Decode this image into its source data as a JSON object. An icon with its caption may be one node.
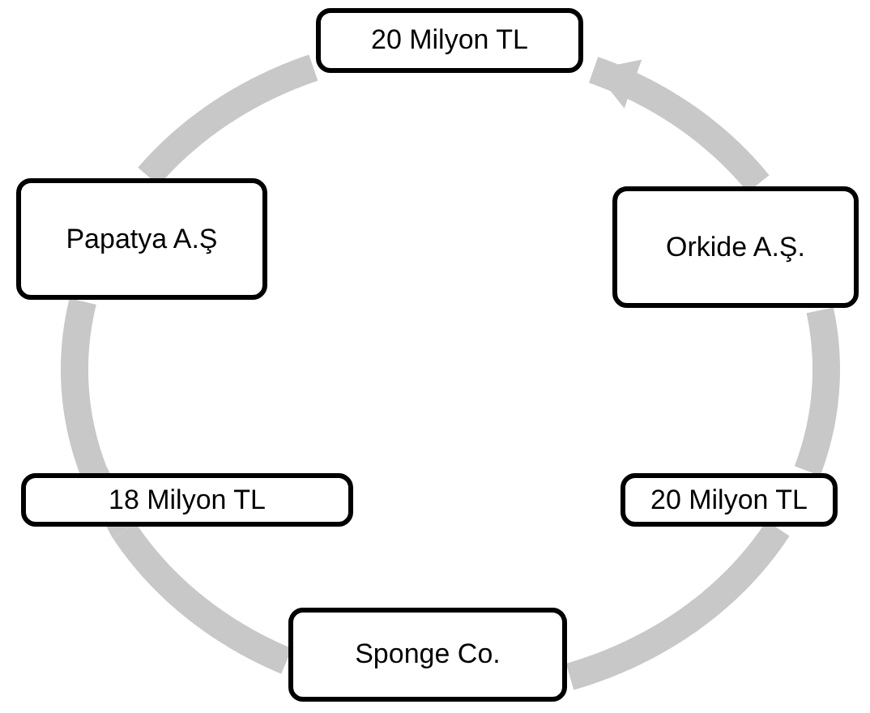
{
  "diagram": {
    "nodes": [
      {
        "text": [
          "20 Milyon TL"
        ]
      },
      {
        "text": [
          "Papatya A.Ş"
        ]
      },
      {
        "text": [
          "Orkide A.Ş."
        ]
      },
      {
        "text": [
          "18 Milyon TL"
        ]
      },
      {
        "text": [
          "20 Milyon TL"
        ]
      },
      {
        "text": [
          "Sponge Co."
        ]
      }
    ],
    "edges": [
      {
        "from": 5,
        "to": 4,
        "arrow": "none"
      },
      {
        "from": 4,
        "to": 2,
        "arrow": "none"
      },
      {
        "from": 2,
        "to": 0,
        "arrow": "to"
      },
      {
        "from": 0,
        "to": 1,
        "arrow": "none"
      },
      {
        "from": 1,
        "to": 3,
        "arrow": "none"
      },
      {
        "from": 3,
        "to": 5,
        "arrow": "none"
      }
    ]
  }
}
